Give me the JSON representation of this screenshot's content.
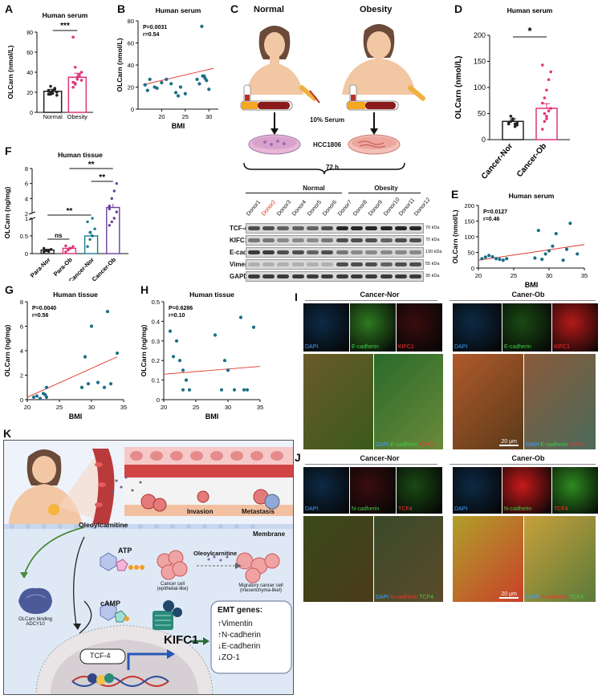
{
  "panels": {
    "A": "A",
    "B": "B",
    "C": "C",
    "D": "D",
    "E": "E",
    "F": "F",
    "G": "G",
    "H": "H",
    "I": "I",
    "J": "J",
    "K": "K"
  },
  "titles": {
    "human_serum": "Human serum",
    "human_tissue": "Human tissue"
  },
  "axis": {
    "olcarn_nmol": "OLCarn (nmol/L)",
    "olcarn_ngmg": "OLCarn (ng/mg)",
    "bmi": "BMI"
  },
  "C": {
    "normal": "Normal",
    "obesity": "Obesity",
    "serum": "10% Serum",
    "cell": "HCC1806",
    "time": "72 h",
    "donors": [
      "Donor1",
      "Donor2",
      "Donor3",
      "Donor4",
      "Donor5",
      "Donor6",
      "Donor7",
      "Donor8",
      "Donor9",
      "Donor10",
      "Donor11",
      "Donor12"
    ],
    "proteins": [
      "TCF-4",
      "KIFC1",
      "E-cadherin",
      "Vimentin",
      "GAPDH"
    ],
    "kda": [
      "70 kDa",
      "70 kDa",
      "130 kDa",
      "55 kDa",
      "35 kDa"
    ],
    "highlight_color": "#e0261b"
  },
  "I": {
    "groups": [
      "Cancer-Nor",
      "Caner-Ob"
    ],
    "channels": [
      "DAPI",
      "E-cadherin",
      "KIFC1"
    ],
    "scale": "20 μm"
  },
  "J": {
    "groups": [
      "Cancer-Nor",
      "Caner-Ob"
    ],
    "channels": [
      "DAPI",
      "N-cadherin",
      "TCF4"
    ],
    "scale": "20 μm"
  },
  "K": {
    "ligand": "Oleoylcarnitine",
    "ligand2": "Oleoylcarnitine",
    "invasion": "Invasion",
    "metastasis": "Metastasis",
    "membrane": "Membrane",
    "atp": "ATP",
    "camp": "cAMP",
    "binding": "OLCarn binding ADCY10",
    "tcf": "TCF-4",
    "kifc1": "KIFC1",
    "cell1": "Cancer cell (epithelial-like)",
    "cell2": "Migratory cancer cell (mesenchyma-likel)",
    "emt_title": "EMT genes:",
    "emt": [
      "↑Vimentin",
      "↑N-cadherin",
      "↓E-cadherin",
      "↓ZO-1"
    ]
  },
  "chart_data": [
    {
      "panel": "A",
      "type": "bar",
      "title": "Human serum",
      "ylabel": "OLCarn (nmol/L)",
      "categories": [
        "Normal",
        "Obesity"
      ],
      "values": [
        21,
        35
      ],
      "errors": [
        2,
        4
      ],
      "ylim": [
        0,
        80
      ],
      "yticks": [
        0,
        20,
        40,
        60,
        80
      ],
      "significance": "***",
      "points": [
        [
          18,
          20,
          22,
          24,
          17,
          21,
          26,
          19,
          23,
          20,
          22,
          18
        ],
        [
          25,
          28,
          33,
          36,
          40,
          30,
          45,
          35,
          38,
          32,
          75,
          29
        ]
      ]
    },
    {
      "panel": "B",
      "type": "scatter",
      "title": "Human serum",
      "xlabel": "BMI",
      "ylabel": "OLCarn (nmol/L)",
      "annotation": [
        "P=0.0031",
        "r=0.54"
      ],
      "xlim": [
        15,
        32
      ],
      "ylim": [
        0,
        80
      ],
      "xticks": [
        20,
        25,
        30
      ],
      "yticks": [
        0,
        20,
        40,
        60,
        80
      ],
      "x": [
        16.5,
        17,
        17.5,
        18.5,
        19,
        20,
        21,
        22,
        23,
        23.5,
        24,
        25,
        27.5,
        28,
        28.5,
        29,
        29.5,
        30,
        28.7,
        29.2
      ],
      "y": [
        22,
        17,
        27,
        20,
        19,
        24,
        27,
        23,
        15,
        12,
        20,
        14,
        27,
        23,
        75,
        30,
        26,
        18,
        30,
        28
      ],
      "fit": [
        [
          16,
          22
        ],
        [
          31,
          37
        ]
      ]
    },
    {
      "panel": "D",
      "type": "bar",
      "title": "Human serum",
      "ylabel": "OLCarn (nmol/L)",
      "categories": [
        "Cancer-Nor",
        "Cancer-Ob"
      ],
      "values": [
        35,
        60
      ],
      "errors": [
        5,
        9
      ],
      "ylim": [
        0,
        200
      ],
      "yticks": [
        0,
        50,
        100,
        150,
        200
      ],
      "significance": "*",
      "points": [
        [
          30,
          35,
          40,
          25,
          28,
          33,
          45,
          38,
          30,
          32
        ],
        [
          20,
          35,
          45,
          55,
          60,
          70,
          80,
          95,
          115,
          130,
          143,
          50,
          40
        ]
      ]
    },
    {
      "panel": "E",
      "type": "scatter",
      "title": "Human serum",
      "xlabel": "BMI",
      "ylabel": "OLCarn (nmol/L)",
      "annotation": [
        "P=0.0127",
        "r=0.46"
      ],
      "xlim": [
        20,
        35
      ],
      "ylim": [
        0,
        200
      ],
      "xticks": [
        20,
        25,
        30,
        35
      ],
      "yticks": [
        0,
        50,
        100,
        150,
        200
      ],
      "x": [
        20.5,
        21,
        21.5,
        22,
        22.5,
        23,
        23.5,
        24,
        28,
        28.5,
        29,
        29.5,
        30,
        30.5,
        31,
        32,
        32.5,
        33,
        34
      ],
      "y": [
        30,
        35,
        40,
        36,
        30,
        28,
        25,
        30,
        32,
        120,
        28,
        45,
        55,
        70,
        110,
        25,
        60,
        143,
        45
      ],
      "fit": [
        [
          20,
          25
        ],
        [
          35,
          75
        ]
      ]
    },
    {
      "panel": "F",
      "type": "bar",
      "title": "Human tissue",
      "ylabel": "OLCarn (ng/mg)",
      "categories": [
        "Para-Nor",
        "Para-Ob",
        "Cancer-Nor",
        "Cancer-Ob"
      ],
      "values": [
        0.1,
        0.15,
        0.5,
        2.8
      ],
      "errors": [
        0.03,
        0.05,
        0.15,
        0.5
      ],
      "yticks": [
        0.0,
        0.5,
        1.0,
        2,
        4,
        6,
        8
      ],
      "axis_break": true,
      "colors": [
        "#222222",
        "#e0347a",
        "#1b7a8c",
        "#6b3fa0"
      ],
      "significance": [
        "ns",
        "**",
        "**",
        "**"
      ]
    },
    {
      "panel": "G",
      "type": "scatter",
      "title": "Human tissue",
      "xlabel": "BMI",
      "ylabel": "OLCarn (ng/mg)",
      "annotation": [
        "P=0.0040",
        "r=0.56"
      ],
      "xlim": [
        20,
        35
      ],
      "ylim": [
        0,
        8
      ],
      "xticks": [
        20,
        25,
        30,
        35
      ],
      "yticks": [
        0,
        2,
        4,
        6,
        8
      ],
      "x": [
        21,
        21.5,
        22,
        22.5,
        23,
        23,
        22.8,
        28.5,
        29,
        29.5,
        30,
        31,
        32,
        32.5,
        33,
        34
      ],
      "y": [
        0.2,
        0.3,
        0.1,
        0.5,
        1.0,
        0.2,
        0.4,
        1.0,
        3.5,
        1.3,
        6.0,
        1.4,
        1.0,
        7.2,
        1.3,
        3.8
      ],
      "fit": [
        [
          20,
          0.2
        ],
        [
          34,
          3.5
        ]
      ]
    },
    {
      "panel": "H",
      "type": "scatter",
      "title": "Human tissue",
      "xlabel": "BMI",
      "ylabel": "OLCarn (ng/mg)",
      "annotation": [
        "P=0.6286",
        "r=0.10"
      ],
      "xlim": [
        20,
        35
      ],
      "ylim": [
        0.0,
        0.5
      ],
      "xticks": [
        20,
        25,
        30,
        35
      ],
      "yticks": [
        0.0,
        0.1,
        0.2,
        0.3,
        0.4,
        0.5
      ],
      "x": [
        21,
        21.5,
        22,
        22.5,
        23,
        23,
        23.5,
        24,
        28,
        29,
        29.5,
        30,
        31,
        32,
        32.5,
        33,
        34
      ],
      "y": [
        0.35,
        0.22,
        0.3,
        0.2,
        0.05,
        0.15,
        0.1,
        0.05,
        0.33,
        0.05,
        0.2,
        0.15,
        0.05,
        0.42,
        0.05,
        0.05,
        0.37
      ],
      "fit": [
        [
          20,
          0.13
        ],
        [
          35,
          0.17
        ]
      ]
    }
  ]
}
